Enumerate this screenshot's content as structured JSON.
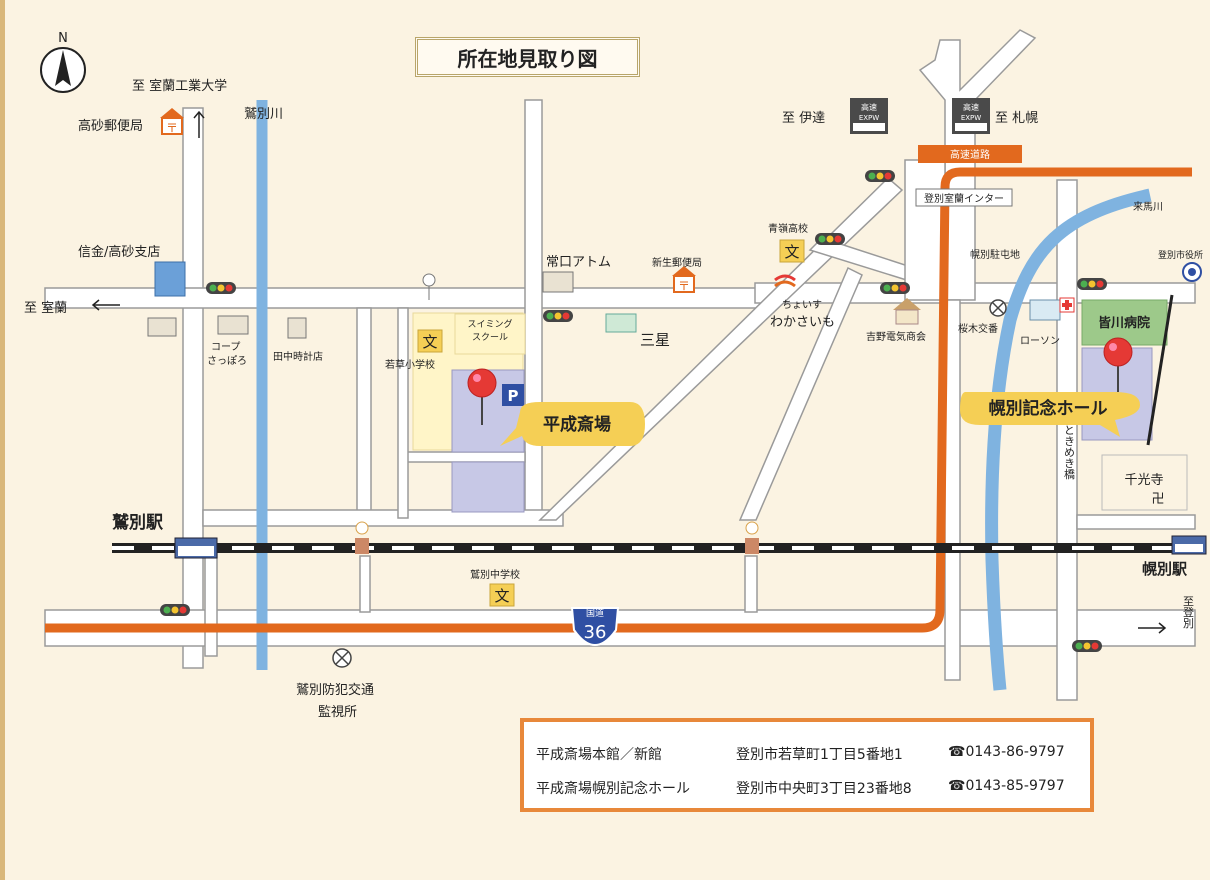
{
  "title": "所在地見取り図",
  "compass": "N",
  "directions": {
    "muroran_kogyo": "至 室蘭工業大学",
    "muroran": "至 室蘭",
    "date": "至 伊達",
    "sapporo": "至 札幌",
    "noboribetsu": "至登別"
  },
  "rivers": {
    "washibetsu": "鷲別川",
    "kurumagawa": "来馬川"
  },
  "expressway": {
    "label": "高速道路",
    "interchange": "登別室蘭インター",
    "sign_line1": "高速",
    "sign_line2": "EXPW"
  },
  "route": {
    "label": "国道",
    "number": "36"
  },
  "stations": {
    "washibetsu": "鷲別駅",
    "horobetsu": "幌別駅"
  },
  "venues": {
    "heisei": "平成斎場",
    "horobetsu_hall": "幌別記念ホール"
  },
  "parking_symbol": "P",
  "school_symbol": "文",
  "temple_symbol": "卍",
  "landmarks": {
    "takasago_post": "高砂郵便局",
    "shinkin": "信金/高砂支店",
    "coop_line1": "コープ",
    "coop_line2": "さっぽろ",
    "tanaka": "田中時計店",
    "wakakusa_school": "若草小学校",
    "swimming_line1": "スイミング",
    "swimming_line2": "スクール",
    "jouguchi": "常口アトム",
    "shinsei_post": "新生郵便局",
    "mitsuboshi": "三星",
    "seirei_school": "青嶺高校",
    "choiisu_line1": "ちょいす",
    "choiisu_line2": "わかさいも",
    "yoshino": "吉野電気商会",
    "horobetsu_parking": "幌別駐屯地",
    "sakuragi_koban": "桜木交番",
    "lawson": "ローソン",
    "minagawa": "皆川病院",
    "city_hall": "登別市役所",
    "senkoji": "千光寺",
    "tokimeki_bridge": "ときめき橋",
    "washibetsu_jhs": "鷲別中学校",
    "bohan_line1": "鷲別防犯交通",
    "bohan_line2": "監視所"
  },
  "info": [
    {
      "name": "平成斎場本館／新館",
      "address": "登別市若草町1丁目5番地1",
      "tel": "☎0143-86-9797"
    },
    {
      "name": "平成斎場幌別記念ホール",
      "address": "登別市中央町3丁目23番地8",
      "tel": "☎0143-85-9797"
    }
  ],
  "colors": {
    "background": "#fbf3e2",
    "road": "#ffffff",
    "river": "#7fb3e0",
    "highway": "#e2691e",
    "venue_callout": "#f5cf55",
    "venue_block": "#c7c8e6",
    "hospital": "#9dc98a"
  }
}
